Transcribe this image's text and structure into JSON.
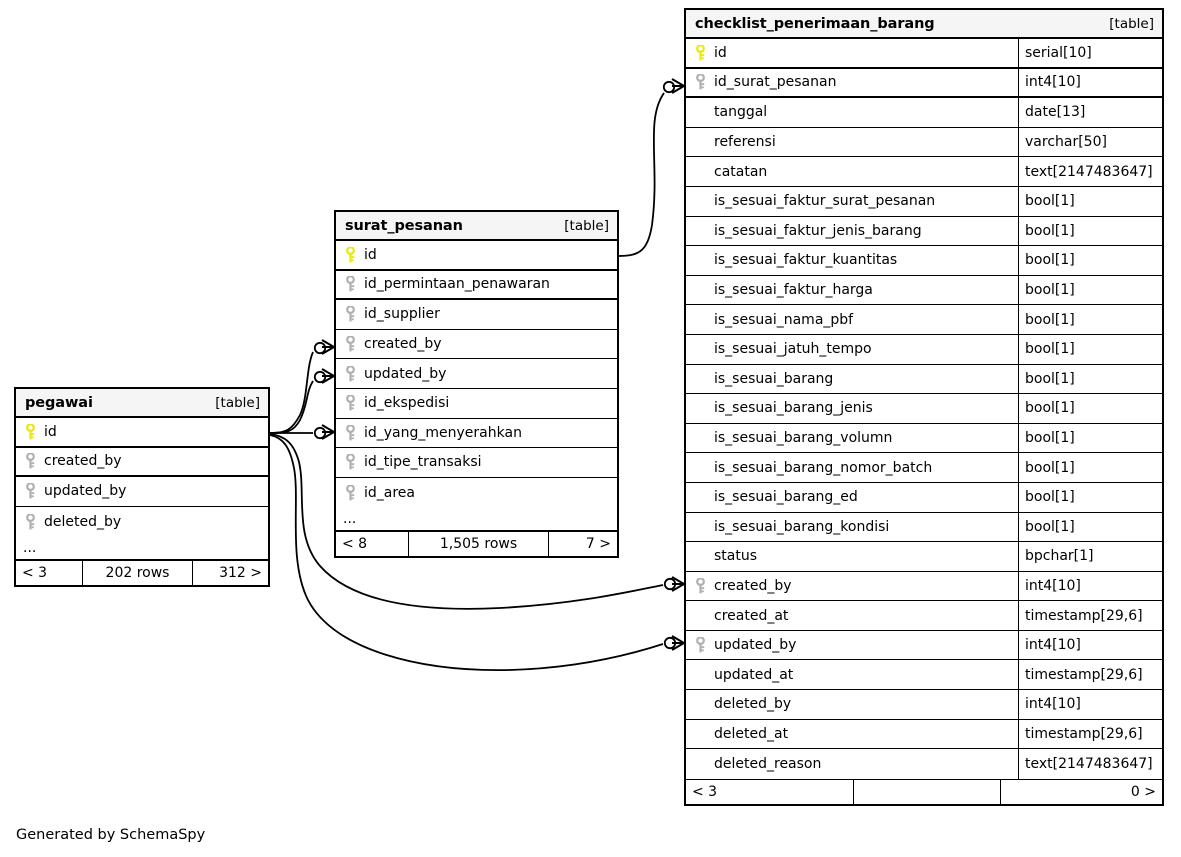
{
  "diagram": {
    "caption": "Generated by SchemaSpy",
    "kind_label": "[table]",
    "ellipsis": "...",
    "colors": {
      "primary_key": "#e8e80c",
      "foreign_key": "#b0b0b0",
      "header_bg": "#f5f5f5",
      "border": "#000000",
      "background": "#ffffff"
    }
  },
  "tables": {
    "checklist": {
      "name": "checklist_penerimaan_barang",
      "kind": "[table]",
      "columns": [
        {
          "name": "id",
          "type": "serial[10]",
          "key": "primary"
        },
        {
          "name": "id_surat_pesanan",
          "type": "int4[10]",
          "key": "foreign"
        },
        {
          "name": "tanggal",
          "type": "date[13]",
          "key": "none"
        },
        {
          "name": "referensi",
          "type": "varchar[50]",
          "key": "none"
        },
        {
          "name": "catatan",
          "type": "text[2147483647]",
          "key": "none"
        },
        {
          "name": "is_sesuai_faktur_surat_pesanan",
          "type": "bool[1]",
          "key": "none"
        },
        {
          "name": "is_sesuai_faktur_jenis_barang",
          "type": "bool[1]",
          "key": "none"
        },
        {
          "name": "is_sesuai_faktur_kuantitas",
          "type": "bool[1]",
          "key": "none"
        },
        {
          "name": "is_sesuai_faktur_harga",
          "type": "bool[1]",
          "key": "none"
        },
        {
          "name": "is_sesuai_nama_pbf",
          "type": "bool[1]",
          "key": "none"
        },
        {
          "name": "is_sesuai_jatuh_tempo",
          "type": "bool[1]",
          "key": "none"
        },
        {
          "name": "is_sesuai_barang",
          "type": "bool[1]",
          "key": "none"
        },
        {
          "name": "is_sesuai_barang_jenis",
          "type": "bool[1]",
          "key": "none"
        },
        {
          "name": "is_sesuai_barang_volumn",
          "type": "bool[1]",
          "key": "none"
        },
        {
          "name": "is_sesuai_barang_nomor_batch",
          "type": "bool[1]",
          "key": "none"
        },
        {
          "name": "is_sesuai_barang_ed",
          "type": "bool[1]",
          "key": "none"
        },
        {
          "name": "is_sesuai_barang_kondisi",
          "type": "bool[1]",
          "key": "none"
        },
        {
          "name": "status",
          "type": "bpchar[1]",
          "key": "none"
        },
        {
          "name": "created_by",
          "type": "int4[10]",
          "key": "foreign"
        },
        {
          "name": "created_at",
          "type": "timestamp[29,6]",
          "key": "none"
        },
        {
          "name": "updated_by",
          "type": "int4[10]",
          "key": "foreign"
        },
        {
          "name": "updated_at",
          "type": "timestamp[29,6]",
          "key": "none"
        },
        {
          "name": "deleted_by",
          "type": "int4[10]",
          "key": "none"
        },
        {
          "name": "deleted_at",
          "type": "timestamp[29,6]",
          "key": "none"
        },
        {
          "name": "deleted_reason",
          "type": "text[2147483647]",
          "key": "none"
        }
      ],
      "footer": {
        "left": "< 3",
        "middle": "",
        "right": "0 >"
      }
    },
    "surat_pesanan": {
      "name": "surat_pesanan",
      "kind": "[table]",
      "columns": [
        {
          "name": "id",
          "type": "",
          "key": "primary"
        },
        {
          "name": "id_permintaan_penawaran",
          "type": "",
          "key": "foreign"
        },
        {
          "name": "id_supplier",
          "type": "",
          "key": "foreign"
        },
        {
          "name": "created_by",
          "type": "",
          "key": "foreign"
        },
        {
          "name": "updated_by",
          "type": "",
          "key": "foreign"
        },
        {
          "name": "id_ekspedisi",
          "type": "",
          "key": "foreign"
        },
        {
          "name": "id_yang_menyerahkan",
          "type": "",
          "key": "foreign"
        },
        {
          "name": "id_tipe_transaksi",
          "type": "",
          "key": "foreign"
        },
        {
          "name": "id_area",
          "type": "",
          "key": "foreign"
        }
      ],
      "more": "...",
      "footer": {
        "left": "< 8",
        "middle": "1,505 rows",
        "right": "7 >"
      }
    },
    "pegawai": {
      "name": "pegawai",
      "kind": "[table]",
      "columns": [
        {
          "name": "id",
          "type": "",
          "key": "primary"
        },
        {
          "name": "created_by",
          "type": "",
          "key": "foreign"
        },
        {
          "name": "updated_by",
          "type": "",
          "key": "foreign"
        },
        {
          "name": "deleted_by",
          "type": "",
          "key": "foreign"
        }
      ],
      "more": "...",
      "footer": {
        "left": "< 3",
        "middle": "202 rows",
        "right": "312 >"
      }
    }
  },
  "relationships": [
    {
      "from_table": "surat_pesanan",
      "from_column": "id",
      "to_table": "checklist",
      "to_column": "id_surat_pesanan"
    },
    {
      "from_table": "pegawai",
      "from_column": "id",
      "to_table": "surat_pesanan",
      "to_column": "created_by"
    },
    {
      "from_table": "pegawai",
      "from_column": "id",
      "to_table": "surat_pesanan",
      "to_column": "updated_by"
    },
    {
      "from_table": "pegawai",
      "from_column": "id",
      "to_table": "surat_pesanan",
      "to_column": "id_yang_menyerahkan"
    },
    {
      "from_table": "pegawai",
      "from_column": "id",
      "to_table": "checklist",
      "to_column": "created_by"
    },
    {
      "from_table": "pegawai",
      "from_column": "id",
      "to_table": "checklist",
      "to_column": "updated_by"
    }
  ]
}
